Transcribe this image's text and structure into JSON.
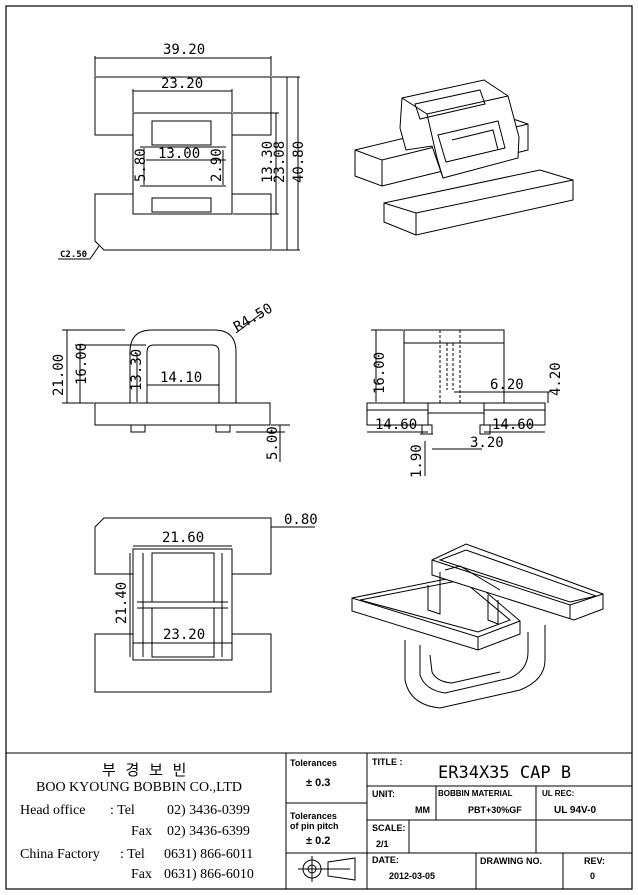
{
  "drawing": {
    "top_view": {
      "overall_width": "39.20",
      "inner_width": "23.20",
      "slot_height": "5.80",
      "slot_width": "13.00",
      "slot_gap": "2.90",
      "inner_height": "13.30",
      "center_height": "23.08",
      "overall_height": "40.80",
      "chamfer": "C2.50"
    },
    "front_view": {
      "radius": "R4.50",
      "total_height": "21.00",
      "arch_height": "16.00",
      "inner_arch_height": "13.30",
      "inner_width": "14.10",
      "pin_length": "5.00"
    },
    "side_view": {
      "height": "16.00",
      "slot_width": "6.20",
      "base_height": "4.20",
      "left_width": "14.60",
      "right_width": "14.60",
      "center_gap": "3.20",
      "pin_height": "1.90"
    },
    "bottom_view": {
      "width": "21.60",
      "offset": "0.80",
      "height": "21.40",
      "lower_width": "23.20"
    }
  },
  "title_block": {
    "company_korean": "부 경 보 빈",
    "company_name": "BOO KYOUNG BOBBIN CO.,LTD",
    "head_office_label": "Head office",
    "head_tel_label": ": Tel",
    "head_tel": "02) 3436-0399",
    "head_fax_label": "Fax",
    "head_fax": "02) 3436-6399",
    "china_label": "China Factory",
    "china_tel_label": ": Tel",
    "china_tel": "0631) 866-6011",
    "china_fax_label": "Fax",
    "china_fax": "0631) 866-6010",
    "tolerances_label": "Tolerances",
    "tolerances_value": "± 0.3",
    "pin_pitch_label_1": "Tolerances",
    "pin_pitch_label_2": "of pin pitch",
    "pin_pitch_value": "± 0.2",
    "title_label": "TITLE :",
    "title_value": "ER34X35 CAP B",
    "unit_label": "UNIT:",
    "unit_value": "MM",
    "bobbin_material_label": "BOBBIN MATERIAL",
    "bobbin_material_value": "PBT+30%GF",
    "ul_rec_label": "UL REC:",
    "ul_rec_value": "UL 94V-0",
    "scale_label": "SCALE:",
    "scale_value": "2/1",
    "date_label": "DATE:",
    "date_value": "2012-03-05",
    "drawing_no_label": "DRAWING NO.",
    "drawing_no_value": "",
    "rev_label": "REV:",
    "rev_value": "0"
  }
}
